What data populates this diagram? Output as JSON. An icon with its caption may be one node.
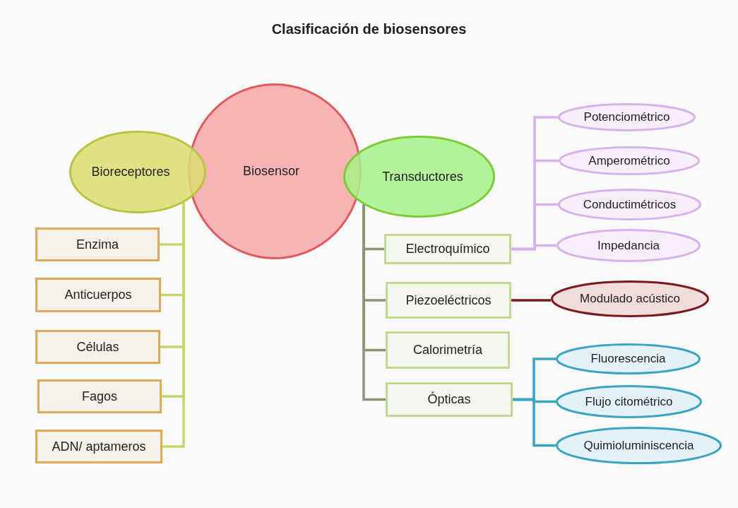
{
  "diagram": {
    "title": "Clasificación de biosensores",
    "nodes": [
      {
        "text": [
          "Bioreceptores"
        ]
      },
      {
        "text": [
          "Biosensor"
        ]
      },
      {
        "text": [
          "Transductores"
        ]
      },
      {
        "text": [
          "Enzima"
        ]
      },
      {
        "text": [
          "Anticuerpos"
        ]
      },
      {
        "text": [
          "Células"
        ]
      },
      {
        "text": [
          "Fagos"
        ]
      },
      {
        "text": [
          "ADN/ aptameros"
        ]
      },
      {
        "text": [
          "Electroquímico"
        ]
      },
      {
        "text": [
          "Piezoeléctricos"
        ]
      },
      {
        "text": [
          "Calorimetría"
        ]
      },
      {
        "text": [
          "Ópticas"
        ]
      },
      {
        "text": [
          "Potenciométrico"
        ]
      },
      {
        "text": [
          "Amperométrico"
        ]
      },
      {
        "text": [
          "Conductimétricos"
        ]
      },
      {
        "text": [
          "Impedancia"
        ]
      },
      {
        "text": [
          "Modulado acústico"
        ]
      },
      {
        "text": [
          "Fluorescencia"
        ]
      },
      {
        "text": [
          "Flujo citométrico"
        ]
      },
      {
        "text": [
          "Quimioluminiscencia"
        ]
      }
    ],
    "edges": [
      {
        "from": 0,
        "to": 3,
        "arrow": "none",
        "color": "#c9d46a"
      },
      {
        "from": 0,
        "to": 4,
        "arrow": "none",
        "color": "#c9d46a"
      },
      {
        "from": 0,
        "to": 5,
        "arrow": "none",
        "color": "#c9d46a"
      },
      {
        "from": 0,
        "to": 6,
        "arrow": "none",
        "color": "#c9d46a"
      },
      {
        "from": 0,
        "to": 7,
        "arrow": "none",
        "color": "#c9d46a"
      },
      {
        "from": 2,
        "to": 8,
        "arrow": "none",
        "color": "#8f9474"
      },
      {
        "from": 2,
        "to": 9,
        "arrow": "none",
        "color": "#8f9474"
      },
      {
        "from": 2,
        "to": 10,
        "arrow": "none",
        "color": "#8f9474"
      },
      {
        "from": 2,
        "to": 11,
        "arrow": "none",
        "color": "#8f9474"
      },
      {
        "from": 8,
        "to": 12,
        "arrow": "none",
        "color": "#d7b3ec"
      },
      {
        "from": 8,
        "to": 13,
        "arrow": "none",
        "color": "#d7b3ec"
      },
      {
        "from": 8,
        "to": 14,
        "arrow": "none",
        "color": "#d7b3ec"
      },
      {
        "from": 8,
        "to": 15,
        "arrow": "none",
        "color": "#d7b3ec"
      },
      {
        "from": 9,
        "to": 16,
        "arrow": "none",
        "color": "#7a1a1a"
      },
      {
        "from": 11,
        "to": 17,
        "arrow": "none",
        "color": "#3aa5c0"
      },
      {
        "from": 11,
        "to": 18,
        "arrow": "none",
        "color": "#3aa5c0"
      },
      {
        "from": 11,
        "to": 19,
        "arrow": "none",
        "color": "#3aa5c0"
      }
    ]
  }
}
